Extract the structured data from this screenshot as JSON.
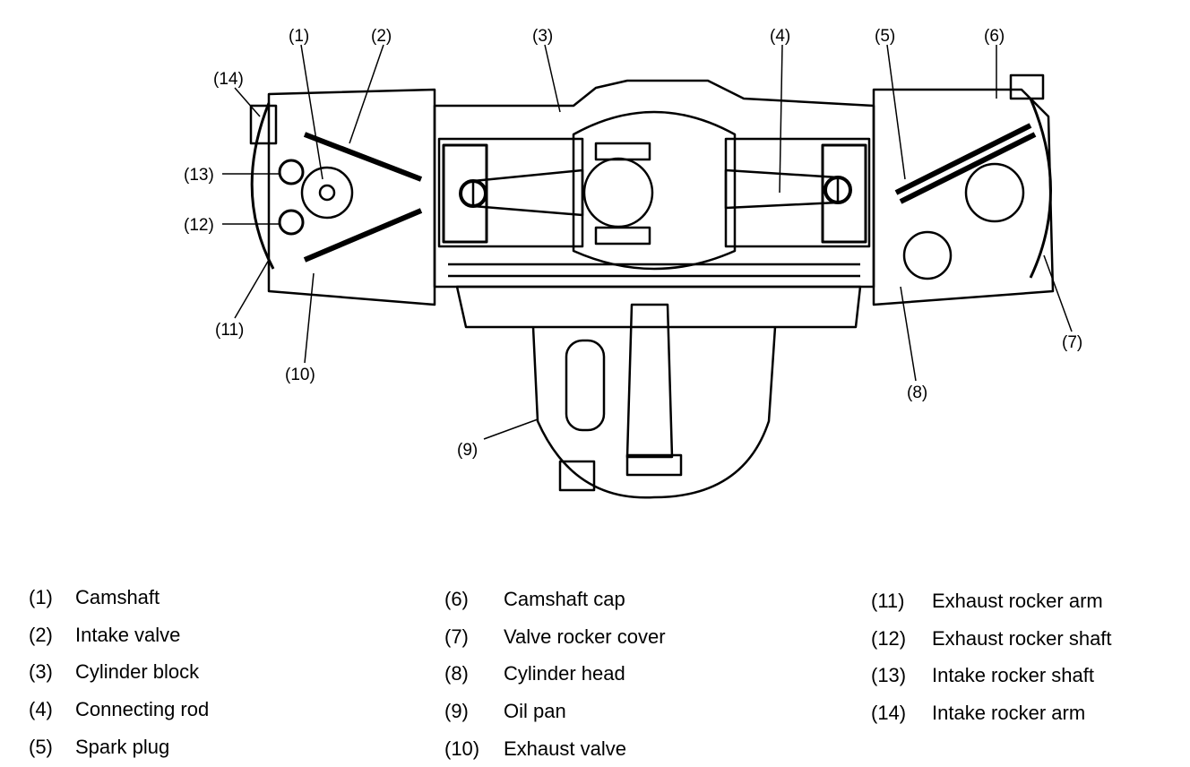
{
  "callouts": [
    "(1)",
    "(2)",
    "(3)",
    "(4)",
    "(5)",
    "(6)",
    "(7)",
    "(8)",
    "(9)",
    "(10)",
    "(11)",
    "(12)",
    "(13)",
    "(14)"
  ],
  "legend": {
    "col1": [
      {
        "num": "(1)",
        "label": "Camshaft"
      },
      {
        "num": "(2)",
        "label": "Intake valve"
      },
      {
        "num": "(3)",
        "label": "Cylinder block"
      },
      {
        "num": "(4)",
        "label": "Connecting rod"
      },
      {
        "num": "(5)",
        "label": "Spark plug"
      }
    ],
    "col2": [
      {
        "num": "(6)",
        "label": "Camshaft cap"
      },
      {
        "num": "(7)",
        "label": "Valve rocker cover"
      },
      {
        "num": "(8)",
        "label": "Cylinder head"
      },
      {
        "num": "(9)",
        "label": "Oil pan"
      },
      {
        "num": "(10)",
        "label": "Exhaust valve"
      }
    ],
    "col3": [
      {
        "num": "(11)",
        "label": "Exhaust rocker arm"
      },
      {
        "num": "(12)",
        "label": "Exhaust rocker shaft"
      },
      {
        "num": "(13)",
        "label": "Intake rocker shaft"
      },
      {
        "num": "(14)",
        "label": "Intake rocker arm"
      }
    ]
  }
}
